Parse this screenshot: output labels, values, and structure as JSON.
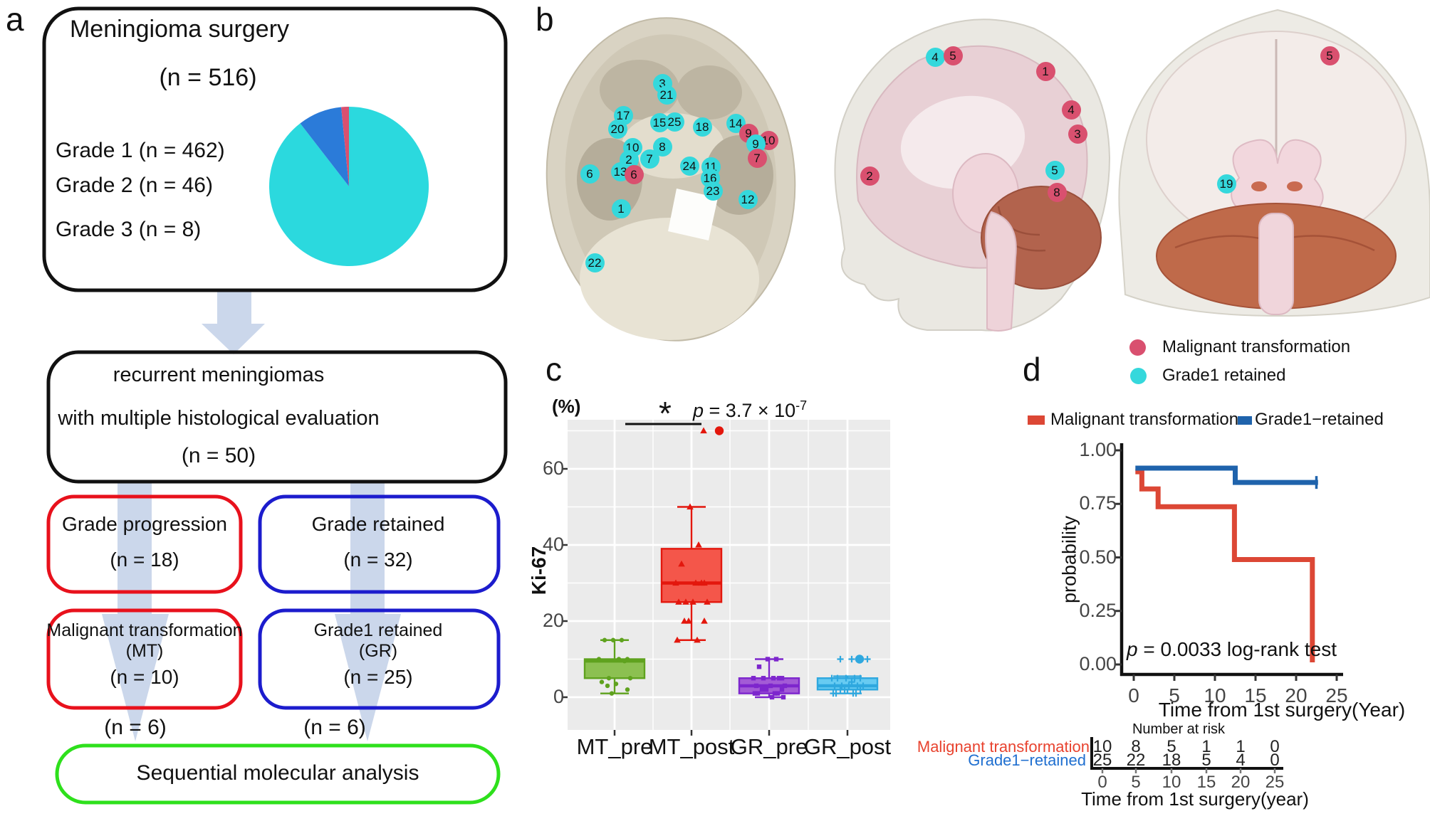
{
  "colors": {
    "mt": "#D9506F",
    "gr": "#35D8DC",
    "arrow": "#CBD7EB",
    "box_black": "#111111",
    "box_red": "#E8111C",
    "box_blue": "#1C1CCD",
    "box_green": "#2EE01C",
    "km_red": "#DC4735",
    "km_blue": "#1F63AC",
    "risk_red": "#E8432F",
    "risk_blue": "#1F6FD0"
  },
  "panel_a": {
    "label": "a",
    "title": "Meningioma surgery",
    "subtitle": "(n = 516)",
    "grades": [
      "Grade 1 (n = 462)",
      "Grade 2 (n = 46)",
      "Grade 3 (n = 8)"
    ],
    "flow2_line1": "recurrent meningiomas",
    "flow2_line2": "with multiple histological evaluation",
    "flow2_line3": "(n = 50)",
    "grade_progression_l1": "Grade progression",
    "grade_progression_l2": "(n = 18)",
    "grade_retained_l1": "Grade retained",
    "grade_retained_l2": "(n = 32)",
    "mt_l1": "Malignant transformation",
    "mt_l2": "(MT)",
    "mt_l3": "(n = 10)",
    "gr_l1": "Grade1 retained",
    "gr_l2": "(GR)",
    "gr_l3": "(n = 25)",
    "n6_left": "(n = 6)",
    "n6_right": "(n = 6)",
    "final_box": "Sequential molecular analysis"
  },
  "panel_b": {
    "label": "b",
    "legend": [
      {
        "label": "Malignant transformation",
        "key": "mt"
      },
      {
        "label": "Grade1 retained",
        "key": "gr"
      }
    ],
    "markers": [
      {
        "n": "3",
        "x": 930,
        "y": 117,
        "g": "gr"
      },
      {
        "n": "21",
        "x": 936,
        "y": 133,
        "g": "gr"
      },
      {
        "n": "17",
        "x": 875,
        "y": 162,
        "g": "gr"
      },
      {
        "n": "20",
        "x": 867,
        "y": 181,
        "g": "gr"
      },
      {
        "n": "15",
        "x": 926,
        "y": 172,
        "g": "gr"
      },
      {
        "n": "25",
        "x": 947,
        "y": 171,
        "g": "gr"
      },
      {
        "n": "18",
        "x": 986,
        "y": 178,
        "g": "gr"
      },
      {
        "n": "10",
        "x": 888,
        "y": 207,
        "g": "gr"
      },
      {
        "n": "8",
        "x": 930,
        "y": 206,
        "g": "gr"
      },
      {
        "n": "2",
        "x": 883,
        "y": 224,
        "g": "gr"
      },
      {
        "n": "7",
        "x": 912,
        "y": 223,
        "g": "gr"
      },
      {
        "n": "13",
        "x": 871,
        "y": 241,
        "g": "gr"
      },
      {
        "n": "6",
        "x": 890,
        "y": 245,
        "g": "mt"
      },
      {
        "n": "6",
        "x": 828,
        "y": 244,
        "g": "gr"
      },
      {
        "n": "24",
        "x": 968,
        "y": 233,
        "g": "gr"
      },
      {
        "n": "11",
        "x": 998,
        "y": 234,
        "g": "gr"
      },
      {
        "n": "16",
        "x": 997,
        "y": 250,
        "g": "gr"
      },
      {
        "n": "23",
        "x": 1001,
        "y": 268,
        "g": "gr"
      },
      {
        "n": "12",
        "x": 1050,
        "y": 280,
        "g": "gr"
      },
      {
        "n": "1",
        "x": 872,
        "y": 293,
        "g": "gr"
      },
      {
        "n": "22",
        "x": 835,
        "y": 369,
        "g": "gr"
      },
      {
        "n": "14",
        "x": 1033,
        "y": 173,
        "g": "gr"
      },
      {
        "n": "9",
        "x": 1051,
        "y": 187,
        "g": "mt"
      },
      {
        "n": "10",
        "x": 1079,
        "y": 197,
        "g": "mt"
      },
      {
        "n": "9",
        "x": 1061,
        "y": 202,
        "g": "gr"
      },
      {
        "n": "7",
        "x": 1063,
        "y": 222,
        "g": "mt"
      },
      {
        "n": "4",
        "x": 1313,
        "y": 80,
        "g": "gr"
      },
      {
        "n": "5",
        "x": 1338,
        "y": 78,
        "g": "mt"
      },
      {
        "n": "1",
        "x": 1468,
        "y": 100,
        "g": "mt"
      },
      {
        "n": "4",
        "x": 1504,
        "y": 154,
        "g": "mt"
      },
      {
        "n": "3",
        "x": 1513,
        "y": 188,
        "g": "mt"
      },
      {
        "n": "5",
        "x": 1481,
        "y": 239,
        "g": "gr"
      },
      {
        "n": "8",
        "x": 1484,
        "y": 270,
        "g": "mt"
      },
      {
        "n": "2",
        "x": 1221,
        "y": 247,
        "g": "mt"
      },
      {
        "n": "5",
        "x": 1867,
        "y": 78,
        "g": "mt"
      },
      {
        "n": "19",
        "x": 1722,
        "y": 258,
        "g": "gr"
      }
    ]
  },
  "panel_c": {
    "label": "c",
    "unit": "(%)",
    "star": "*",
    "p_italic": "p",
    "p_rest": " = 3.7 × 10",
    "p_exp": "-7",
    "ylabel": "Ki-67"
  },
  "panel_d": {
    "label": "d",
    "legend": [
      {
        "label": "Malignant transformation",
        "key": "km_red"
      },
      {
        "label": "Grade1−retained",
        "key": "km_blue"
      }
    ],
    "ylabel": "probability",
    "p_italic": "p",
    "p_rest": " = 0.0033 log-rank test",
    "xlabel": "Time from 1st surgery(Year)"
  },
  "chart_data": [
    {
      "type": "pie",
      "title": "Meningioma surgery (n = 516)",
      "categories": [
        "Grade 1",
        "Grade 2",
        "Grade 3"
      ],
      "values": [
        462,
        46,
        8
      ],
      "colors": [
        "#2BD9DE",
        "#2B7BD9",
        "#D9506F"
      ],
      "start_angle_deg": -90,
      "direction": "clockwise"
    },
    {
      "type": "box",
      "title": "Ki-67 (%)",
      "ylabel": "Ki-67",
      "yunit": "(%)",
      "categories": [
        "MT_pre",
        "MT_post",
        "GR_pre",
        "GR_post"
      ],
      "yticks": [
        0,
        20,
        40,
        60
      ],
      "ylim": [
        -3,
        73
      ],
      "significance": {
        "groups": [
          "MT_pre",
          "MT_post"
        ],
        "label": "*",
        "p_value": "p = 3.7 × 10^-7"
      },
      "groups": [
        {
          "label": "MT_pre",
          "fill": "#8CC051",
          "stroke": "#5FA21E",
          "shape": "circle",
          "low": 1,
          "q1": 5,
          "median": 9.5,
          "q3": 10,
          "high": 15,
          "outliers": [],
          "points": [
            15,
            15,
            15,
            10,
            10,
            10,
            9.5,
            5,
            5,
            4,
            3.5,
            3,
            2,
            1
          ]
        },
        {
          "label": "MT_post",
          "fill": "#F4564A",
          "stroke": "#E3170D",
          "shape": "triangle",
          "low": 15,
          "q1": 25,
          "median": 30,
          "q3": 39,
          "high": 50,
          "outliers": [
            70,
            70
          ],
          "points": [
            50,
            40,
            35,
            30,
            30,
            30,
            30,
            25,
            25,
            25,
            25,
            20,
            20,
            20,
            15,
            15
          ]
        },
        {
          "label": "GR_pre",
          "fill": "#A35BD6",
          "stroke": "#7D26CD",
          "shape": "square",
          "low": 0,
          "q1": 1,
          "median": 3,
          "q3": 5,
          "high": 10,
          "outliers": [],
          "points": [
            10,
            10,
            8,
            5,
            5,
            5,
            5,
            5,
            3,
            3,
            3,
            2,
            2,
            2,
            1,
            1,
            1,
            1,
            0,
            0
          ]
        },
        {
          "label": "GR_post",
          "fill": "#67CBF2",
          "stroke": "#2FA8DF",
          "shape": "plus",
          "low": 1,
          "q1": 2,
          "median": 3,
          "q3": 5,
          "high": 5.5,
          "outliers": [
            10,
            10,
            10,
            10
          ],
          "points": [
            5,
            5,
            5,
            5,
            5,
            4,
            3,
            3,
            3,
            3,
            3,
            2,
            2,
            2,
            1,
            1,
            1,
            1
          ]
        }
      ]
    },
    {
      "type": "line",
      "subtype": "kaplan-meier",
      "xlabel": "Time from 1st surgery(Year)",
      "ylabel": "probability",
      "xticks": [
        "0",
        "5",
        "10",
        "15",
        "20",
        "25"
      ],
      "yticks": [
        "0.00",
        "0.25",
        "0.50",
        "0.75",
        "1.00"
      ],
      "p_text": "p = 0.0033 log-rank test",
      "series": [
        {
          "name": "Malignant transformation",
          "color": "#DC4735",
          "steps": [
            [
              0.2,
              0.9
            ],
            [
              1,
              0.82
            ],
            [
              3,
              0.737
            ],
            [
              12.4,
              0.49
            ],
            [
              22,
              0.01
            ]
          ],
          "end_t": 22
        },
        {
          "name": "Grade1−retained",
          "color": "#1F63AC",
          "steps": [
            [
              0.2,
              0.917
            ],
            [
              12.5,
              0.85
            ]
          ],
          "end_t": 22.7,
          "censor_t": 22.5
        }
      ],
      "risk_table": {
        "title": "Number at risk",
        "xlabel": "Time from 1st surgery(year)",
        "times": [
          "0",
          "5",
          "10",
          "15",
          "20",
          "25"
        ],
        "rows": [
          {
            "name": "Malignant transformation",
            "values": [
              "10",
              "8",
              "5",
              "1",
              "1",
              "0"
            ]
          },
          {
            "name": "Grade1−retained",
            "values": [
              "25",
              "22",
              "18",
              "5",
              "4",
              "0"
            ]
          }
        ]
      }
    }
  ]
}
